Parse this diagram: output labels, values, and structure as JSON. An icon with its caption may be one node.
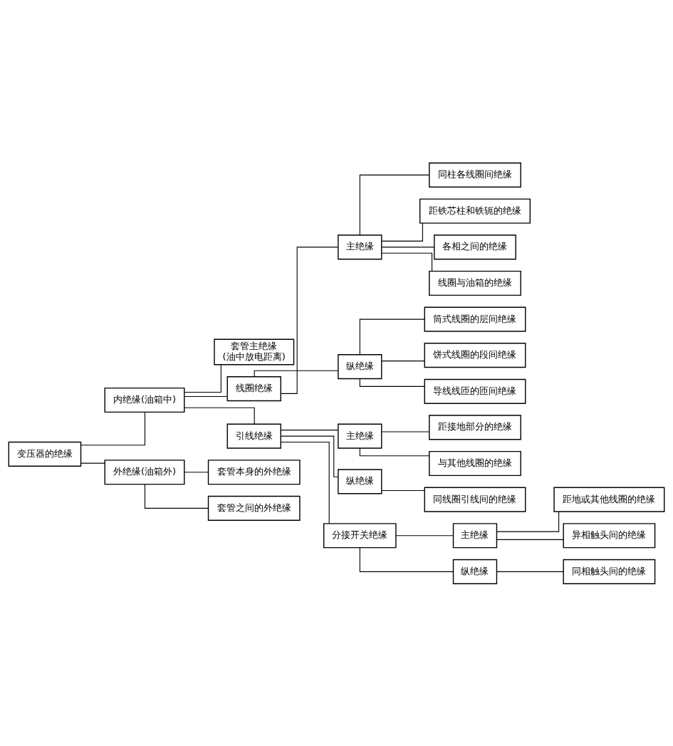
{
  "diagram": {
    "nodes": [
      {
        "text": [
          "变压器的绝缘"
        ]
      },
      {
        "text": [
          "内绝缘(油箱中)"
        ]
      },
      {
        "text": [
          "套管主绝缘",
          "(油中放电距离)"
        ]
      },
      {
        "text": [
          "线圈绝缘"
        ]
      },
      {
        "text": [
          "主绝缘"
        ]
      },
      {
        "text": [
          "同柱各线圈间绝缘"
        ]
      },
      {
        "text": [
          "距铁芯柱和铁轭的绝缘"
        ]
      },
      {
        "text": [
          "各相之间的绝缘"
        ]
      },
      {
        "text": [
          "线圈与油箱的绝缘"
        ]
      },
      {
        "text": [
          "纵绝缘"
        ]
      },
      {
        "text": [
          "筒式线圈的层间绝缘"
        ]
      },
      {
        "text": [
          "饼式线圈的段间绝缘"
        ]
      },
      {
        "text": [
          "导线线匝的匝间绝缘"
        ]
      },
      {
        "text": [
          "引线绝缘"
        ]
      },
      {
        "text": [
          "主绝缘"
        ]
      },
      {
        "text": [
          "距接地部分的绝缘"
        ]
      },
      {
        "text": [
          "与其他线圈的绝缘"
        ]
      },
      {
        "text": [
          "纵绝缘"
        ]
      },
      {
        "text": [
          "同线圈引线间的绝缘"
        ]
      },
      {
        "text": [
          "分接开关绝缘"
        ]
      },
      {
        "text": [
          "主绝缘"
        ]
      },
      {
        "text": [
          "距地或其他线圈的绝缘"
        ]
      },
      {
        "text": [
          "异相触头间的绝缘"
        ]
      },
      {
        "text": [
          "纵绝缘"
        ]
      },
      {
        "text": [
          "同相触头间的绝缘"
        ]
      },
      {
        "text": [
          "外绝缘(油箱外)"
        ]
      },
      {
        "text": [
          "套管本身的外绝缘"
        ]
      },
      {
        "text": [
          "套管之间的外绝缘"
        ]
      }
    ],
    "edges": [
      {
        "from": 0,
        "to": 1,
        "arrow": "none"
      },
      {
        "from": 1,
        "to": 2,
        "arrow": "none"
      },
      {
        "from": 1,
        "to": 3,
        "arrow": "none"
      },
      {
        "from": 3,
        "to": 4,
        "arrow": "none"
      },
      {
        "from": 4,
        "to": 5,
        "arrow": "none"
      },
      {
        "from": 4,
        "to": 6,
        "arrow": "none"
      },
      {
        "from": 4,
        "to": 7,
        "arrow": "none"
      },
      {
        "from": 4,
        "to": 8,
        "arrow": "none"
      },
      {
        "from": 3,
        "to": 9,
        "arrow": "none"
      },
      {
        "from": 9,
        "to": 10,
        "arrow": "none"
      },
      {
        "from": 9,
        "to": 11,
        "arrow": "none"
      },
      {
        "from": 9,
        "to": 12,
        "arrow": "none"
      },
      {
        "from": 1,
        "to": 13,
        "arrow": "none"
      },
      {
        "from": 13,
        "to": 14,
        "arrow": "none"
      },
      {
        "from": 14,
        "to": 15,
        "arrow": "none"
      },
      {
        "from": 14,
        "to": 16,
        "arrow": "none"
      },
      {
        "from": 13,
        "to": 17,
        "arrow": "none"
      },
      {
        "from": 17,
        "to": 18,
        "arrow": "none"
      },
      {
        "from": 13,
        "to": 19,
        "arrow": "none"
      },
      {
        "from": 19,
        "to": 20,
        "arrow": "none"
      },
      {
        "from": 20,
        "to": 21,
        "arrow": "none"
      },
      {
        "from": 20,
        "to": 22,
        "arrow": "none"
      },
      {
        "from": 19,
        "to": 23,
        "arrow": "none"
      },
      {
        "from": 23,
        "to": 24,
        "arrow": "none"
      },
      {
        "from": 0,
        "to": 25,
        "arrow": "none"
      },
      {
        "from": 25,
        "to": 26,
        "arrow": "none"
      },
      {
        "from": 25,
        "to": 27,
        "arrow": "none"
      }
    ]
  }
}
